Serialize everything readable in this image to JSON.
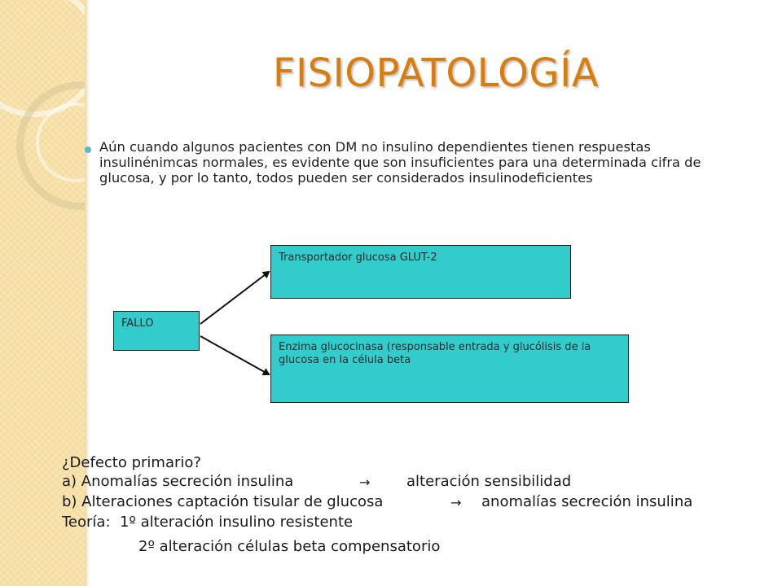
{
  "title": "FISIOPATOLOGÍA",
  "bullet_text": "Aún cuando algunos pacientes con DM no insulino dependientes tienen respuestas insulinénimcas normales, es evidente que son insuficientes para una determinada cifra de glucosa, y por lo tanto, todos pueden ser considerados insulinodeficientes",
  "diagram": {
    "fallo": "FALLO",
    "glut": "Transportador glucosa GLUT-2",
    "enzima": "Enzima glucocinasa (responsable entrada y glucólisis de la glucosa en la célula beta"
  },
  "questions": {
    "header": "¿Defecto primario?",
    "a_left": "a) Anomalías secreción insulina",
    "a_right": "alteración sensibilidad",
    "b_left": "b) Alteraciones captación tisular de glucosa",
    "b_right": "anomalías secreción insulina",
    "teoria": "Teoría:  1º alteración insulino resistente",
    "second": "2º alteración células beta compensatorio"
  },
  "arrow_glyph": "→",
  "colors": {
    "title": "#d97d0e",
    "box_fill": "#33cccc",
    "side_band": "#f6dea2",
    "bullet": "#5bb8c8"
  }
}
